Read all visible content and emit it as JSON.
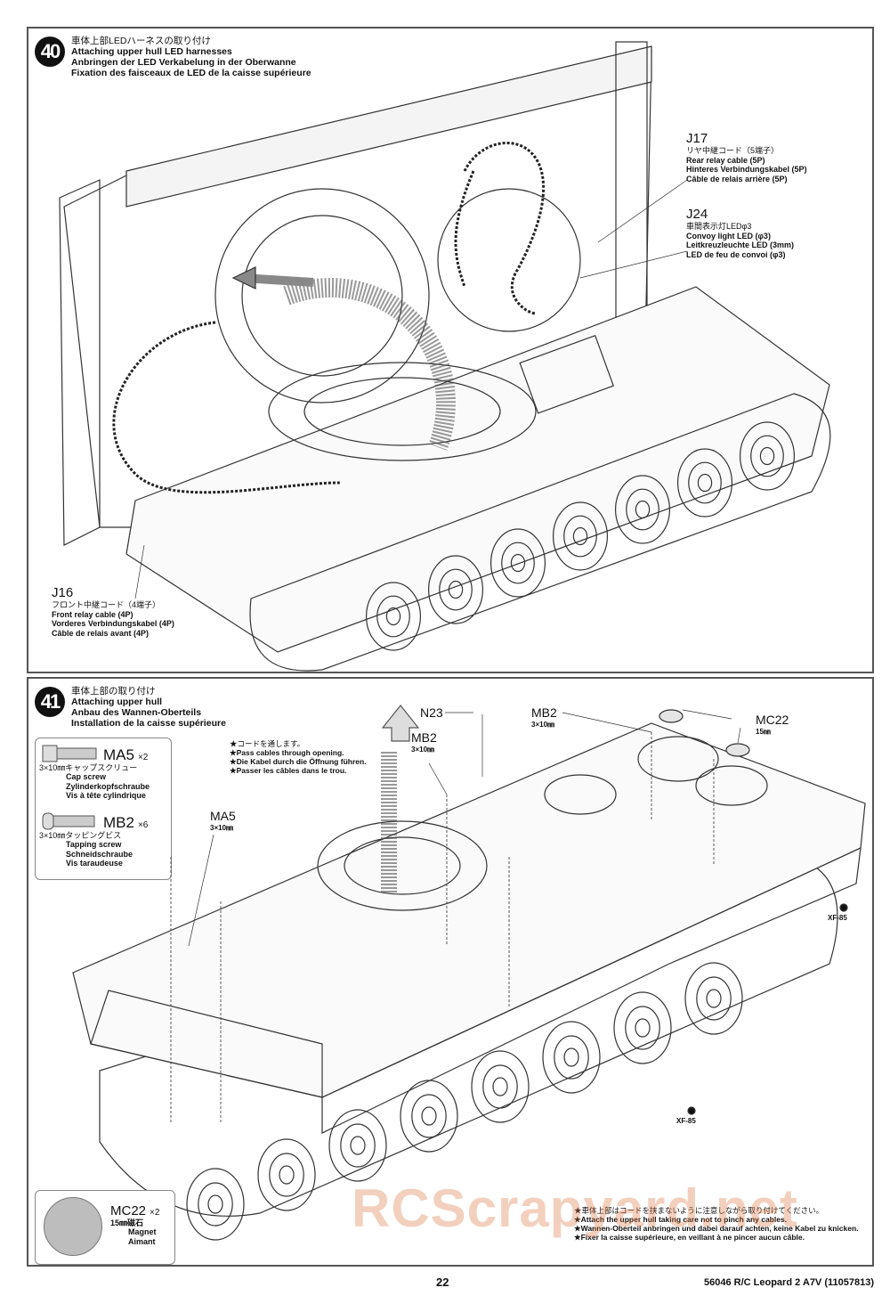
{
  "step40": {
    "number": "40",
    "title_jp": "車体上部LEDハーネスの取り付け",
    "title_en": "Attaching upper hull LED harnesses",
    "title_de": "Anbringen der LED Verkabelung in der Oberwanne",
    "title_fr": "Fixation des faisceaux de LED de la caisse supérieure",
    "labels": [
      {
        "code": "J17",
        "jp": "リヤ中継コード（5端子）",
        "en": "Rear relay cable (5P)",
        "de": "Hinteres Verbindungskabel (5P)",
        "fr": "Câble de relais arrière (5P)"
      },
      {
        "code": "J24",
        "jp": "車間表示灯LEDφ3",
        "en": "Convoy light LED (φ3)",
        "de": "Leitkreuzleuchte LED (3mm)",
        "fr": "LED de feu de convoi (φ3)"
      },
      {
        "code": "J16",
        "jp": "フロント中継コード（4端子）",
        "en": "Front relay cable (4P)",
        "de": "Vorderes Verbindungskabel (4P)",
        "fr": "Câble de relais avant (4P)"
      }
    ]
  },
  "step41": {
    "number": "41",
    "title_jp": "車体上部の取り付け",
    "title_en": "Attaching upper hull",
    "title_de": "Anbau des Wannen-Oberteils",
    "title_fr": "Installation de la caisse supérieure",
    "parts": [
      {
        "code": "MA5",
        "qty": "×2",
        "jp": "3×10㎜キャップスクリュー",
        "en": "Cap screw",
        "de": "Zylinderkopfschraube",
        "fr": "Vis à tête cylindrique"
      },
      {
        "code": "MB2",
        "qty": "×6",
        "jp": "3×10㎜タッピングビス",
        "en": "Tapping screw",
        "de": "Schneidschraube",
        "fr": "Vis taraudeuse"
      }
    ],
    "magnet": {
      "code": "MC22",
      "qty": "×2",
      "jp": "15㎜磁石",
      "en": "Magnet",
      "fr": "Aimant",
      "color": "#bdbdbd"
    },
    "cable_note": [
      "★コードを通します。",
      "★Pass cables through opening.",
      "★Die Kabel durch die Öffnung führen.",
      "★Passer les câbles dans le trou."
    ],
    "callouts": {
      "n23": "N23",
      "mb2_a": "MB2",
      "mb2_a_size": "3×10㎜",
      "mb2_b": "MB2",
      "mb2_b_size": "3×10㎜",
      "ma5": "MA5",
      "ma5_size": "3×10㎜",
      "mc22": "MC22",
      "mc22_size": "15㎜",
      "xf85_a": "XF-85",
      "xf85_b": "XF-85"
    },
    "caution": [
      "★車体上部はコードを挟まないように注意しながら取り付けてください。",
      "★Attach the upper hull taking care not to pinch any cables.",
      "★Wannen-Oberteil anbringen und dabei darauf achten, keine Kabel zu knicken.",
      "★Fixer la caisse supérieure, en veillant à ne pincer aucun câble."
    ]
  },
  "page_number": "22",
  "footer": "56046 R/C Leopard 2 A7V (11057813)",
  "watermark": "RCScrapyard.net"
}
